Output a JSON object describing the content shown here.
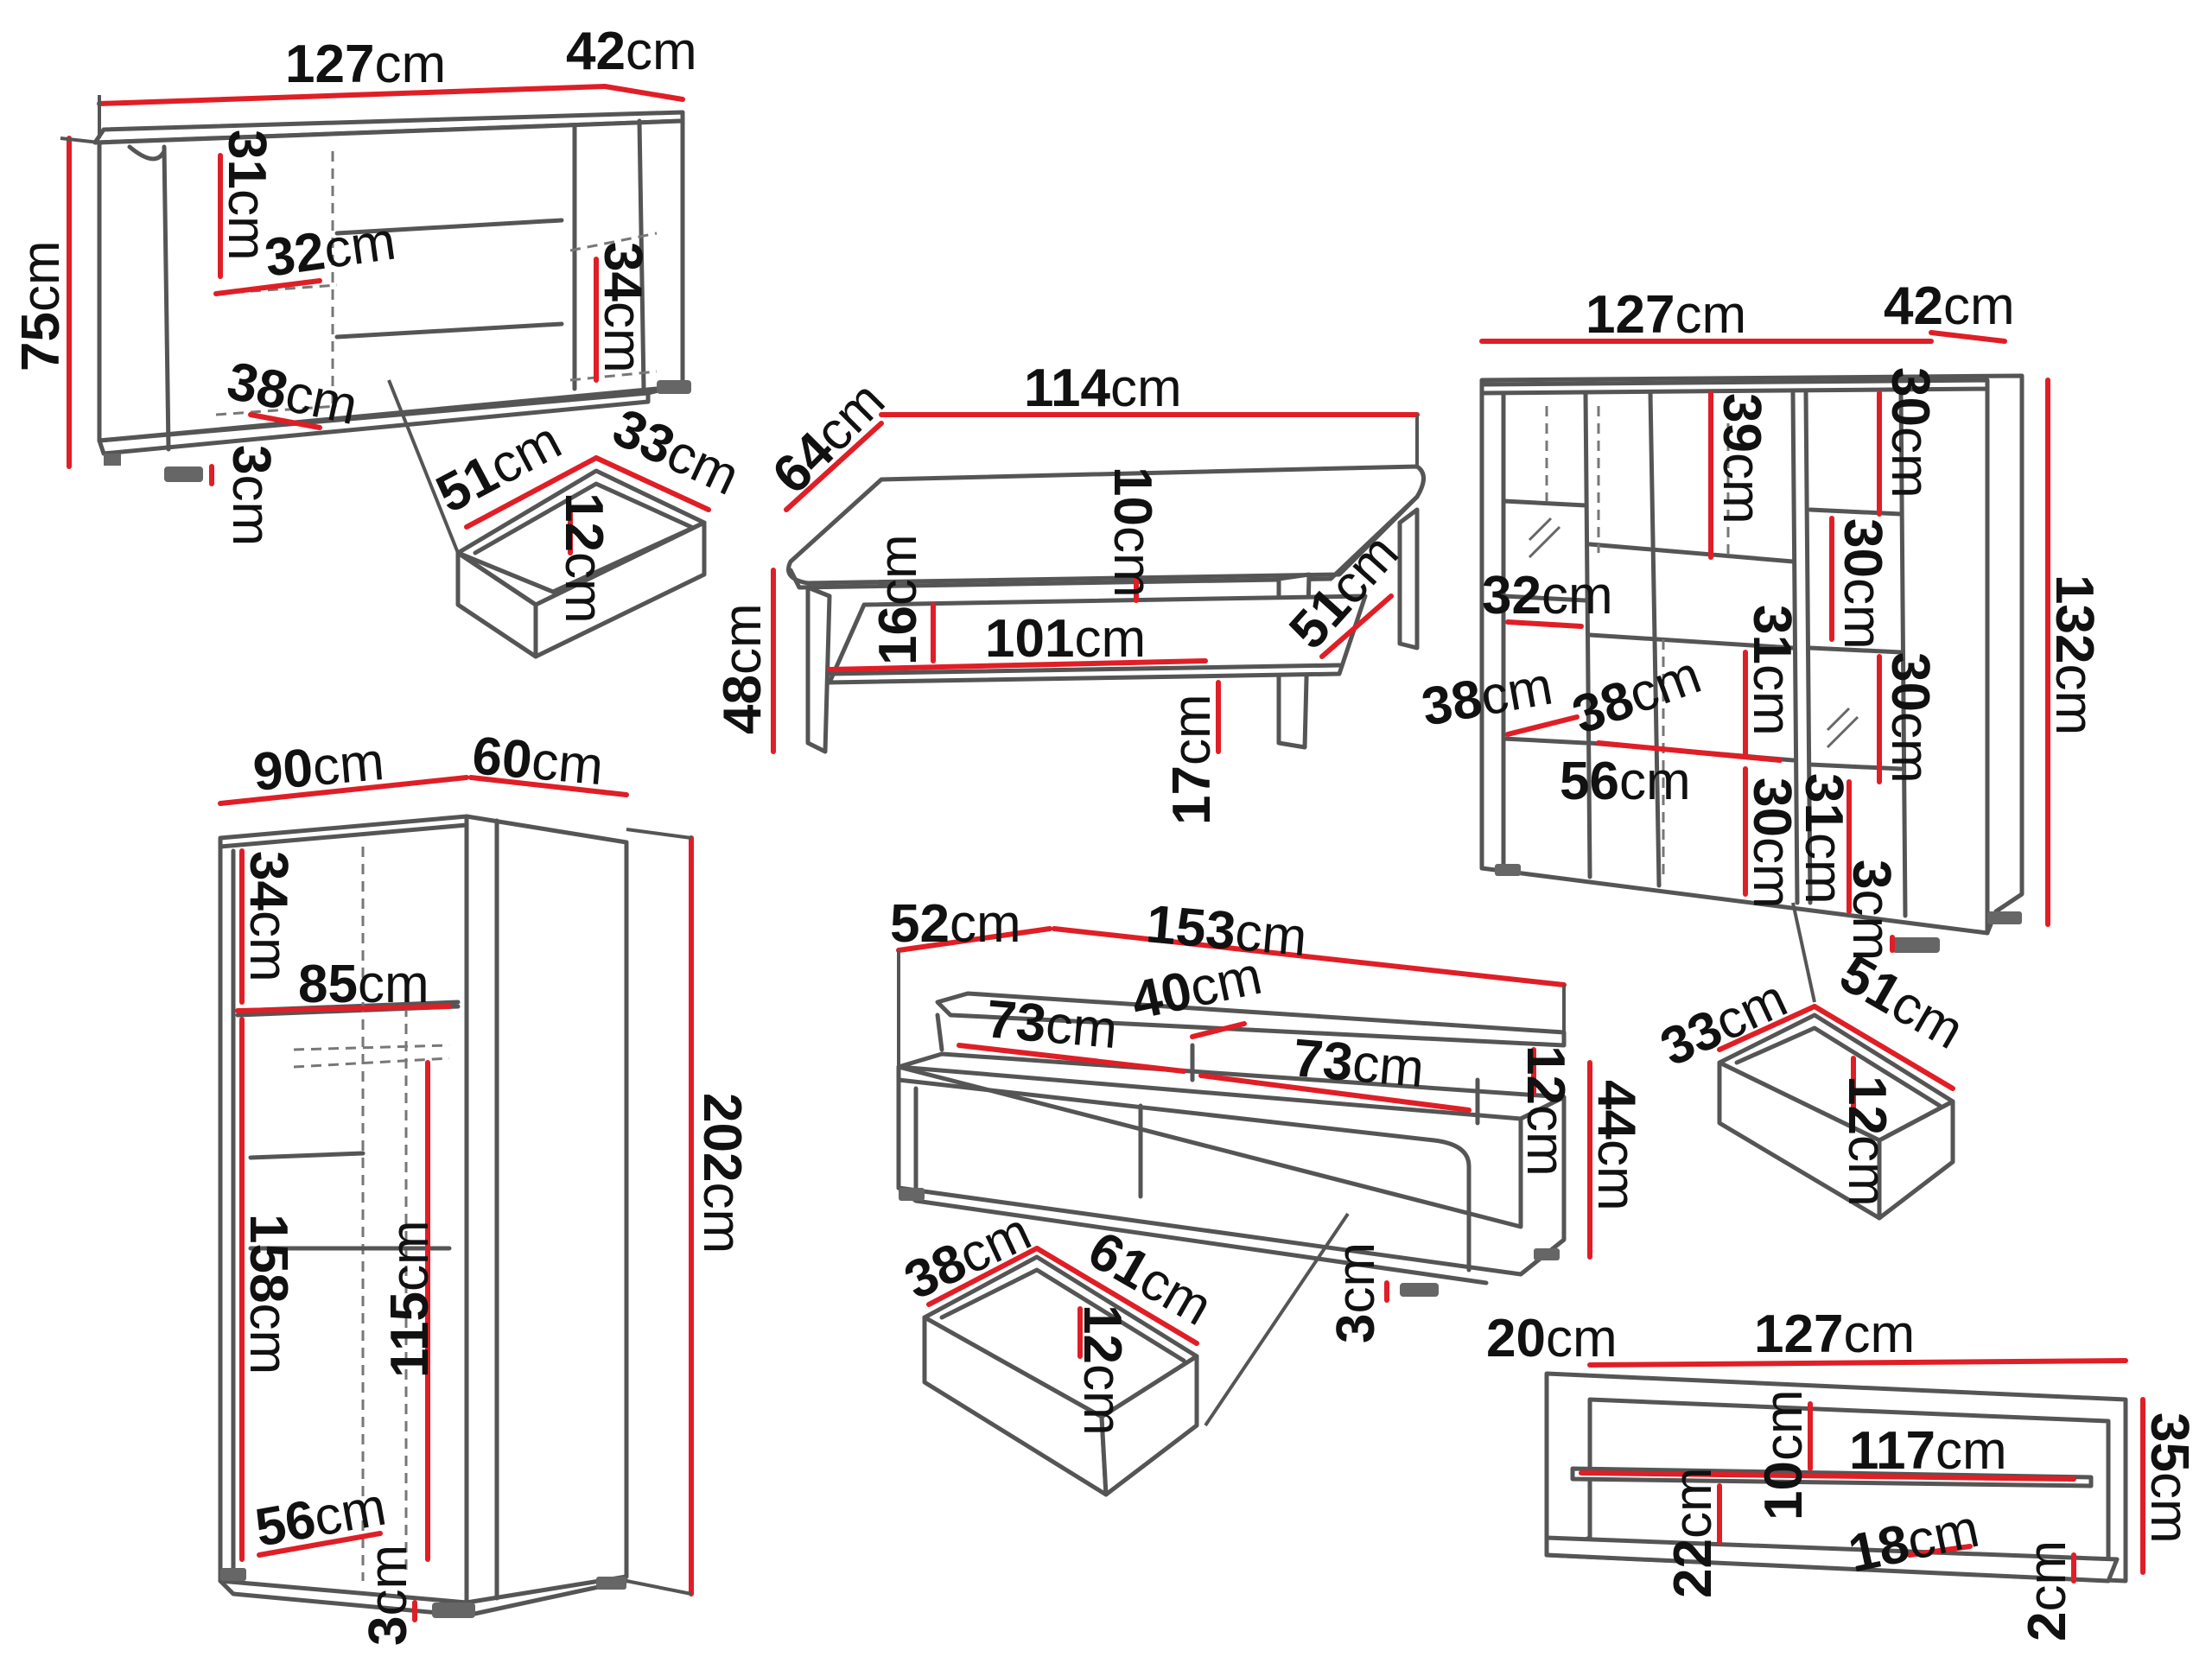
{
  "colors": {
    "dimension_line": "#e01e26",
    "outline": "#555555",
    "background": "#ffffff"
  },
  "unit": "cm",
  "pieces": {
    "sideboard": {
      "width": "127",
      "depth": "42",
      "height": "75",
      "upper_shelf_height": "31",
      "inner_width": "32",
      "right_shelf_height": "34",
      "lower_shelf_depth": "38",
      "feet": "3",
      "drawer": {
        "width": "51",
        "depth": "33",
        "height": "12"
      }
    },
    "coffee_table": {
      "width": "114",
      "depth": "64",
      "height": "48",
      "top_thickness": "10",
      "shelf_gap": "16",
      "shelf_width": "101",
      "shelf_depth": "51",
      "leg_height": "17"
    },
    "display_cabinet": {
      "width": "127",
      "depth": "42",
      "height": "132",
      "shelf_39": "39",
      "right_top": "30",
      "right_mid": "30",
      "right_low": "30",
      "left_shelf": "32",
      "left_depth": "38",
      "inner_depth": "38",
      "inner_width": "56",
      "center_mid": "31",
      "center_low": "30",
      "bottom": "31",
      "feet": "3",
      "drawer": {
        "depth": "33",
        "width": "51",
        "height": "12"
      }
    },
    "wardrobe": {
      "width": "90",
      "depth": "60",
      "height": "202",
      "top_compartment": "34",
      "inner_width": "85",
      "left_height": "158",
      "right_height": "115",
      "bottom_depth": "56",
      "feet": "3"
    },
    "tv_stand": {
      "depth": "52",
      "width": "153",
      "top_depth": "40",
      "left_width": "73",
      "right_width": "73",
      "shelf_height": "12",
      "height": "44",
      "feet": "3",
      "drawer": {
        "depth": "38",
        "width": "61",
        "height": "12"
      }
    },
    "wall_shelf": {
      "depth": "20",
      "width": "127",
      "height": "35",
      "gap_top": "10",
      "shelf_width": "117",
      "gap_left": "22",
      "shelf_depth": "18",
      "thickness": "2"
    }
  }
}
